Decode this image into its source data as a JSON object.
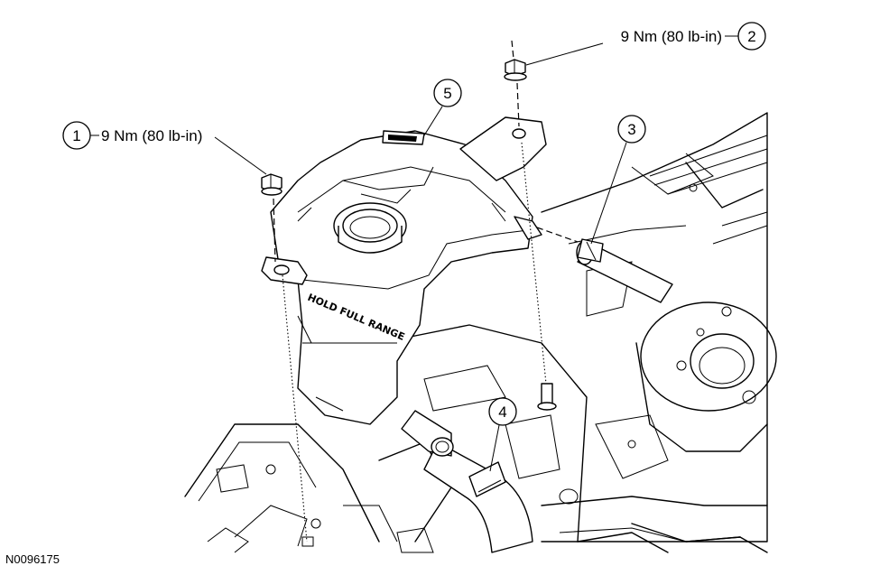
{
  "figure_id": "N0096175",
  "callouts": [
    {
      "number": "1",
      "label": "9 Nm (80 lb-in)"
    },
    {
      "number": "2",
      "label": "9 Nm (80 lb-in)"
    },
    {
      "number": "3",
      "label": ""
    },
    {
      "number": "4",
      "label": ""
    },
    {
      "number": "5",
      "label": ""
    }
  ],
  "reservoir_embossing": "HOLD FULL RANGE"
}
